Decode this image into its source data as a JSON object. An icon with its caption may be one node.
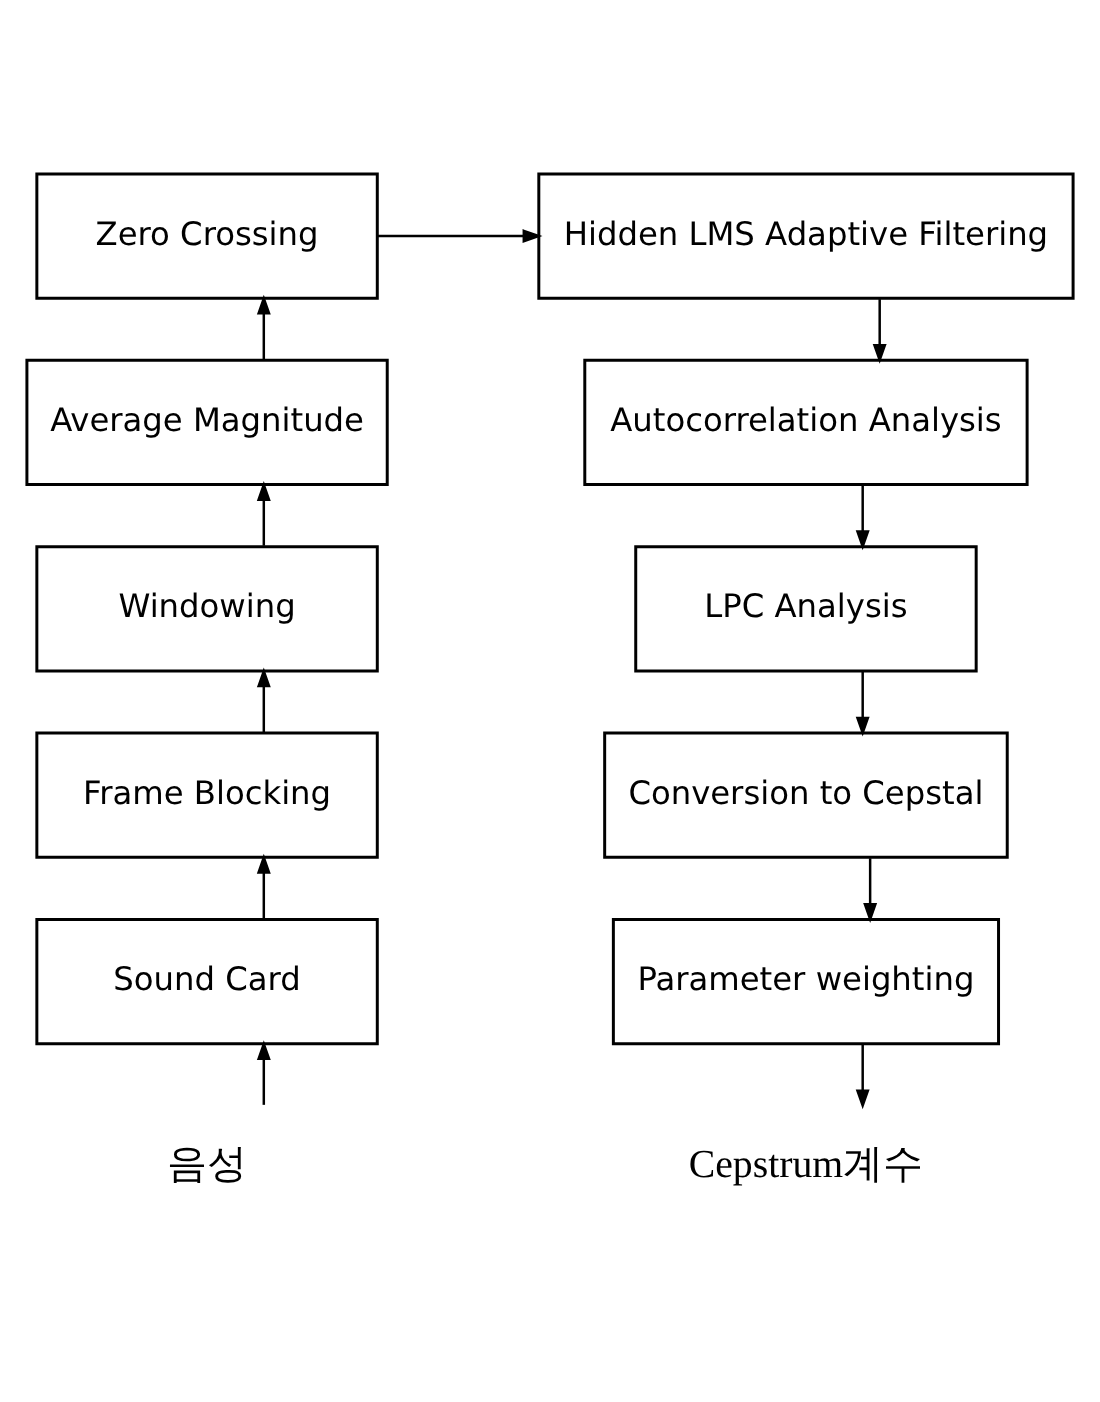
{
  "diagram": {
    "nodes": [
      {
        "text": [
          "Zero Crossing"
        ]
      },
      {
        "text": [
          "Average Magnitude"
        ]
      },
      {
        "text": [
          "Windowing"
        ]
      },
      {
        "text": [
          "Frame Blocking"
        ]
      },
      {
        "text": [
          "Sound Card"
        ]
      },
      {
        "text": [
          "음성"
        ]
      },
      {
        "text": [
          "Hidden LMS Adaptive Filtering"
        ]
      },
      {
        "text": [
          "Autocorrelation Analysis"
        ]
      },
      {
        "text": [
          "LPC Analysis"
        ]
      },
      {
        "text": [
          "Conversion to Cepstal"
        ]
      },
      {
        "text": [
          "Parameter weighting"
        ]
      },
      {
        "text": [
          "Cepstrum계수"
        ]
      }
    ],
    "edges": [
      {
        "from": 5,
        "to": 4,
        "arrow": "to"
      },
      {
        "from": 4,
        "to": 3,
        "arrow": "to"
      },
      {
        "from": 3,
        "to": 2,
        "arrow": "to"
      },
      {
        "from": 2,
        "to": 1,
        "arrow": "to"
      },
      {
        "from": 1,
        "to": 0,
        "arrow": "to"
      },
      {
        "from": 0,
        "to": 6,
        "arrow": "to"
      },
      {
        "from": 6,
        "to": 7,
        "arrow": "to"
      },
      {
        "from": 7,
        "to": 8,
        "arrow": "to"
      },
      {
        "from": 8,
        "to": 9,
        "arrow": "to"
      },
      {
        "from": 9,
        "to": 10,
        "arrow": "to"
      },
      {
        "from": 10,
        "to": 11,
        "arrow": "to"
      }
    ]
  }
}
